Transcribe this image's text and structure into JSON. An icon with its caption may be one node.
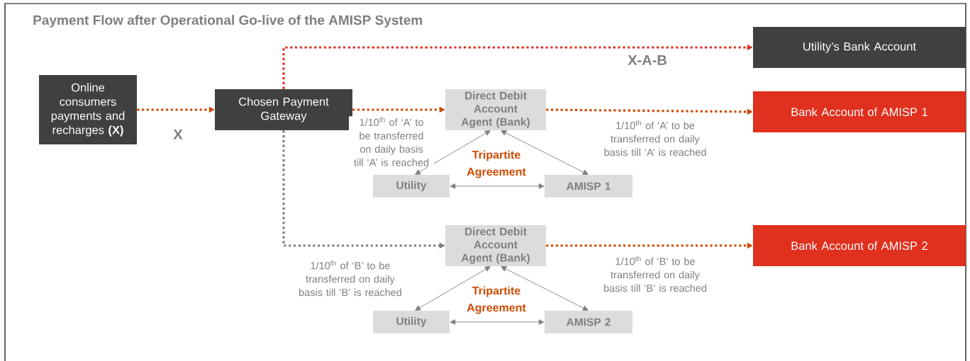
{
  "diagram": {
    "title": "Payment Flow after Operational Go-live of the AMISP System",
    "nodes": [
      {
        "text": [
          "Online consumers payments and recharges **(X)**"
        ]
      },
      {
        "text": [
          "Chosen Payment Gateway"
        ]
      },
      {
        "text": [
          "Utility’s Bank Account"
        ]
      },
      {
        "text": [
          "Direct Debit Account Agent (Bank)"
        ]
      },
      {
        "text": [
          "Bank Account of AMISP 1"
        ]
      },
      {
        "text": [
          "Utility"
        ]
      },
      {
        "text": [
          "AMISP 1"
        ]
      },
      {
        "text": [
          "Direct Debit Account Agent (Bank)"
        ]
      },
      {
        "text": [
          "Bank Account of AMISP 2"
        ]
      },
      {
        "text": [
          "Utility"
        ]
      },
      {
        "text": [
          "AMISP 2"
        ]
      }
    ],
    "edges": [
      {
        "from": 0,
        "to": 1,
        "arrow": "to",
        "label": "X",
        "style": "dashed",
        "color": "#d04a02"
      },
      {
        "from": 1,
        "to": 2,
        "arrow": "to",
        "label": "X-A-B",
        "style": "dashed",
        "color": "#e0301e"
      },
      {
        "from": 1,
        "to": 3,
        "arrow": "to",
        "label": "1/10$^{th}$ of ‘A’ to be transferred on daily basis till ‘A’ is reached",
        "style": "dashed",
        "color": "#d04a02"
      },
      {
        "from": 3,
        "to": 4,
        "arrow": "to",
        "label": "1/10$^{th}$ of ‘A’ to be transferred on daily basis till ‘A’ is reached",
        "style": "dashed",
        "color": "#d04a02"
      },
      {
        "from": 1,
        "to": 7,
        "arrow": "to",
        "label": "1/10$^{th}$ of ‘B’ to be transferred on daily basis till ‘B’ is reached",
        "style": "dashed",
        "color": "#7f7f7f"
      },
      {
        "from": 7,
        "to": 8,
        "arrow": "to",
        "label": "1/10$^{th}$ of ‘B’ to be transferred on daily basis till ‘B’ is reached",
        "style": "dashed",
        "color": "#d04a02"
      },
      {
        "from": 5,
        "to": 3,
        "arrow": "both"
      },
      {
        "from": 6,
        "to": 3,
        "arrow": "both"
      },
      {
        "from": 5,
        "to": 6,
        "arrow": "both"
      },
      {
        "from": 9,
        "to": 7,
        "arrow": "both"
      },
      {
        "from": 10,
        "to": 7,
        "arrow": "both"
      },
      {
        "from": 9,
        "to": 10,
        "arrow": "both"
      }
    ],
    "labels": [
      "Tripartite Agreement",
      "Tripartite Agreement"
    ]
  }
}
